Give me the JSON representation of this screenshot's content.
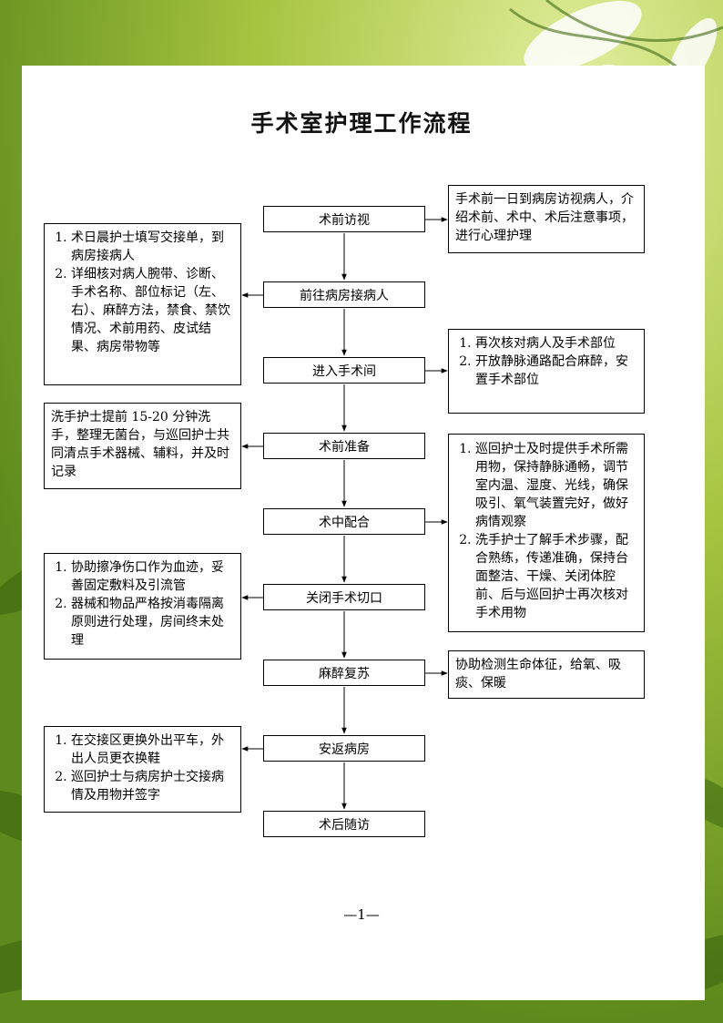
{
  "title": "手术室护理工作流程",
  "page_number": "—1—",
  "steps": [
    "术前访视",
    "前往病房接病人",
    "进入手术间",
    "术前准备",
    "术中配合",
    "关闭手术切口",
    "麻醉复苏",
    "安返病房",
    "术后随访"
  ],
  "notes": {
    "pre_visit": "手术前一日到病房访视病人，介绍术前、术中、术后注意事项，进行心理护理",
    "pickup": [
      "术日晨护士填写交接单，到病房接病人",
      "详细核对病人腕带、诊断、手术名称、部位标记（左、右）、麻醉方法，禁食、禁饮情况、术前用药、皮试结果、病房带物等"
    ],
    "enter_room": [
      "再次核对病人及手术部位",
      "开放静脉通路配合麻醉，安置手术部位"
    ],
    "pre_op_prep": "洗手护士提前 15-20 分钟洗手，整理无菌台，与巡回护士共同清点手术器械、辅料，并及时记录",
    "intra_op": [
      "巡回护士及时提供手术所需用物，保持静脉通畅，调节室内温、湿度、光线，确保吸引、氧气装置完好，做好病情观察",
      "洗手护士了解手术步骤，配合熟练，传递准确，保持台面整洁、干燥、关闭体腔前、后与巡回护士再次核对手术用物"
    ],
    "close_incision": [
      "协助擦净伤口作为血迹，妥善固定敷料及引流管",
      "器械和物品严格按消毒隔离原则进行处理，房间终末处理"
    ],
    "recovery": "协助检测生命体征，给氧、吸痰、保暖",
    "return_ward": [
      "在交接区更换外出平车，外出人员更衣换鞋",
      "巡回护士与病房护士交接病情及用物并签字"
    ]
  },
  "colors": {
    "frame_green": "#8fb33a",
    "light_green": "#d8e88a",
    "dark_green": "#3f6a12"
  }
}
